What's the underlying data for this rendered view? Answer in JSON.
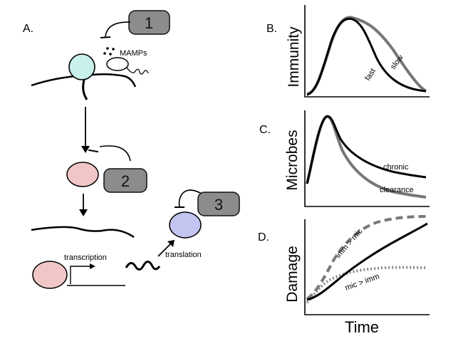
{
  "panel_a": {
    "letter": "A.",
    "boxes": [
      "1",
      "2",
      "3"
    ],
    "mamps_label": "MAMPs",
    "transcription_label": "transcription",
    "translation_label": "translation"
  },
  "panel_b": {
    "letter": "B.",
    "ylabel": "Immunity",
    "curves": [
      "slow",
      "fast"
    ]
  },
  "panel_c": {
    "letter": "C.",
    "ylabel": "Microbes",
    "curves": [
      "chronic",
      "clearance"
    ]
  },
  "panel_d": {
    "letter": "D.",
    "ylabel": "Damage",
    "curves": [
      "imm > mic",
      "mic > imm"
    ]
  },
  "xlabel": "Time",
  "colors": {
    "black_curve": "#000000",
    "gray_curve": "#777777",
    "cell1": "#c8f1ec",
    "cell2": "#f0c6c6",
    "cell3": "#c4c4f0",
    "box_fill": "#8c8c8c"
  }
}
